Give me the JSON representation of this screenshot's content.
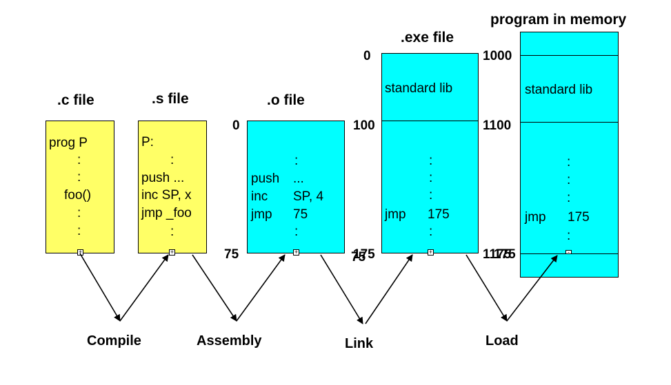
{
  "titles": {
    "c_file": ".c file",
    "s_file": ".s file",
    "o_file": ".o file",
    "exe_file": ".exe file",
    "memory": "program in memory"
  },
  "c_file": {
    "l1": "prog P",
    "l2": ":",
    "l3": ":",
    "l4": "foo()",
    "l5": ":",
    "l6": ":"
  },
  "s_file": {
    "l1": "P:",
    "l2": ":",
    "l3": "push ...",
    "l4": "inc SP, x",
    "l5": "jmp _foo",
    "l6": ":"
  },
  "o_file": {
    "addr_top": "0",
    "addr_bottom": "75",
    "colon1": ":",
    "r1_op": "push",
    "r1_arg": "...",
    "r2_op": "inc",
    "r2_arg": "SP, 4",
    "r3_op": "jmp",
    "r3_arg": "75",
    "colon2": ":"
  },
  "exe_file": {
    "addr_0": "0",
    "addr_100": "100",
    "addr_bottom_a": "75",
    "addr_bottom_b": "175",
    "lib": "standard lib",
    "colon1": ":",
    "colon2": ":",
    "jmp_op": "jmp",
    "jmp_arg": "175",
    "colon3": ":"
  },
  "memory": {
    "addr_1000": "1000",
    "addr_1100": "1100",
    "addr_bottom_a": "175",
    "addr_bottom_b": "1175",
    "lib": "standard lib",
    "colon1": ":",
    "colon2": ":",
    "colon3": ":",
    "jmp_op": "jmp",
    "jmp_arg": "175",
    "colon4": ":"
  },
  "steps": {
    "compile": "Compile",
    "assembly": "Assembly",
    "link": "Link",
    "load": "Load"
  }
}
